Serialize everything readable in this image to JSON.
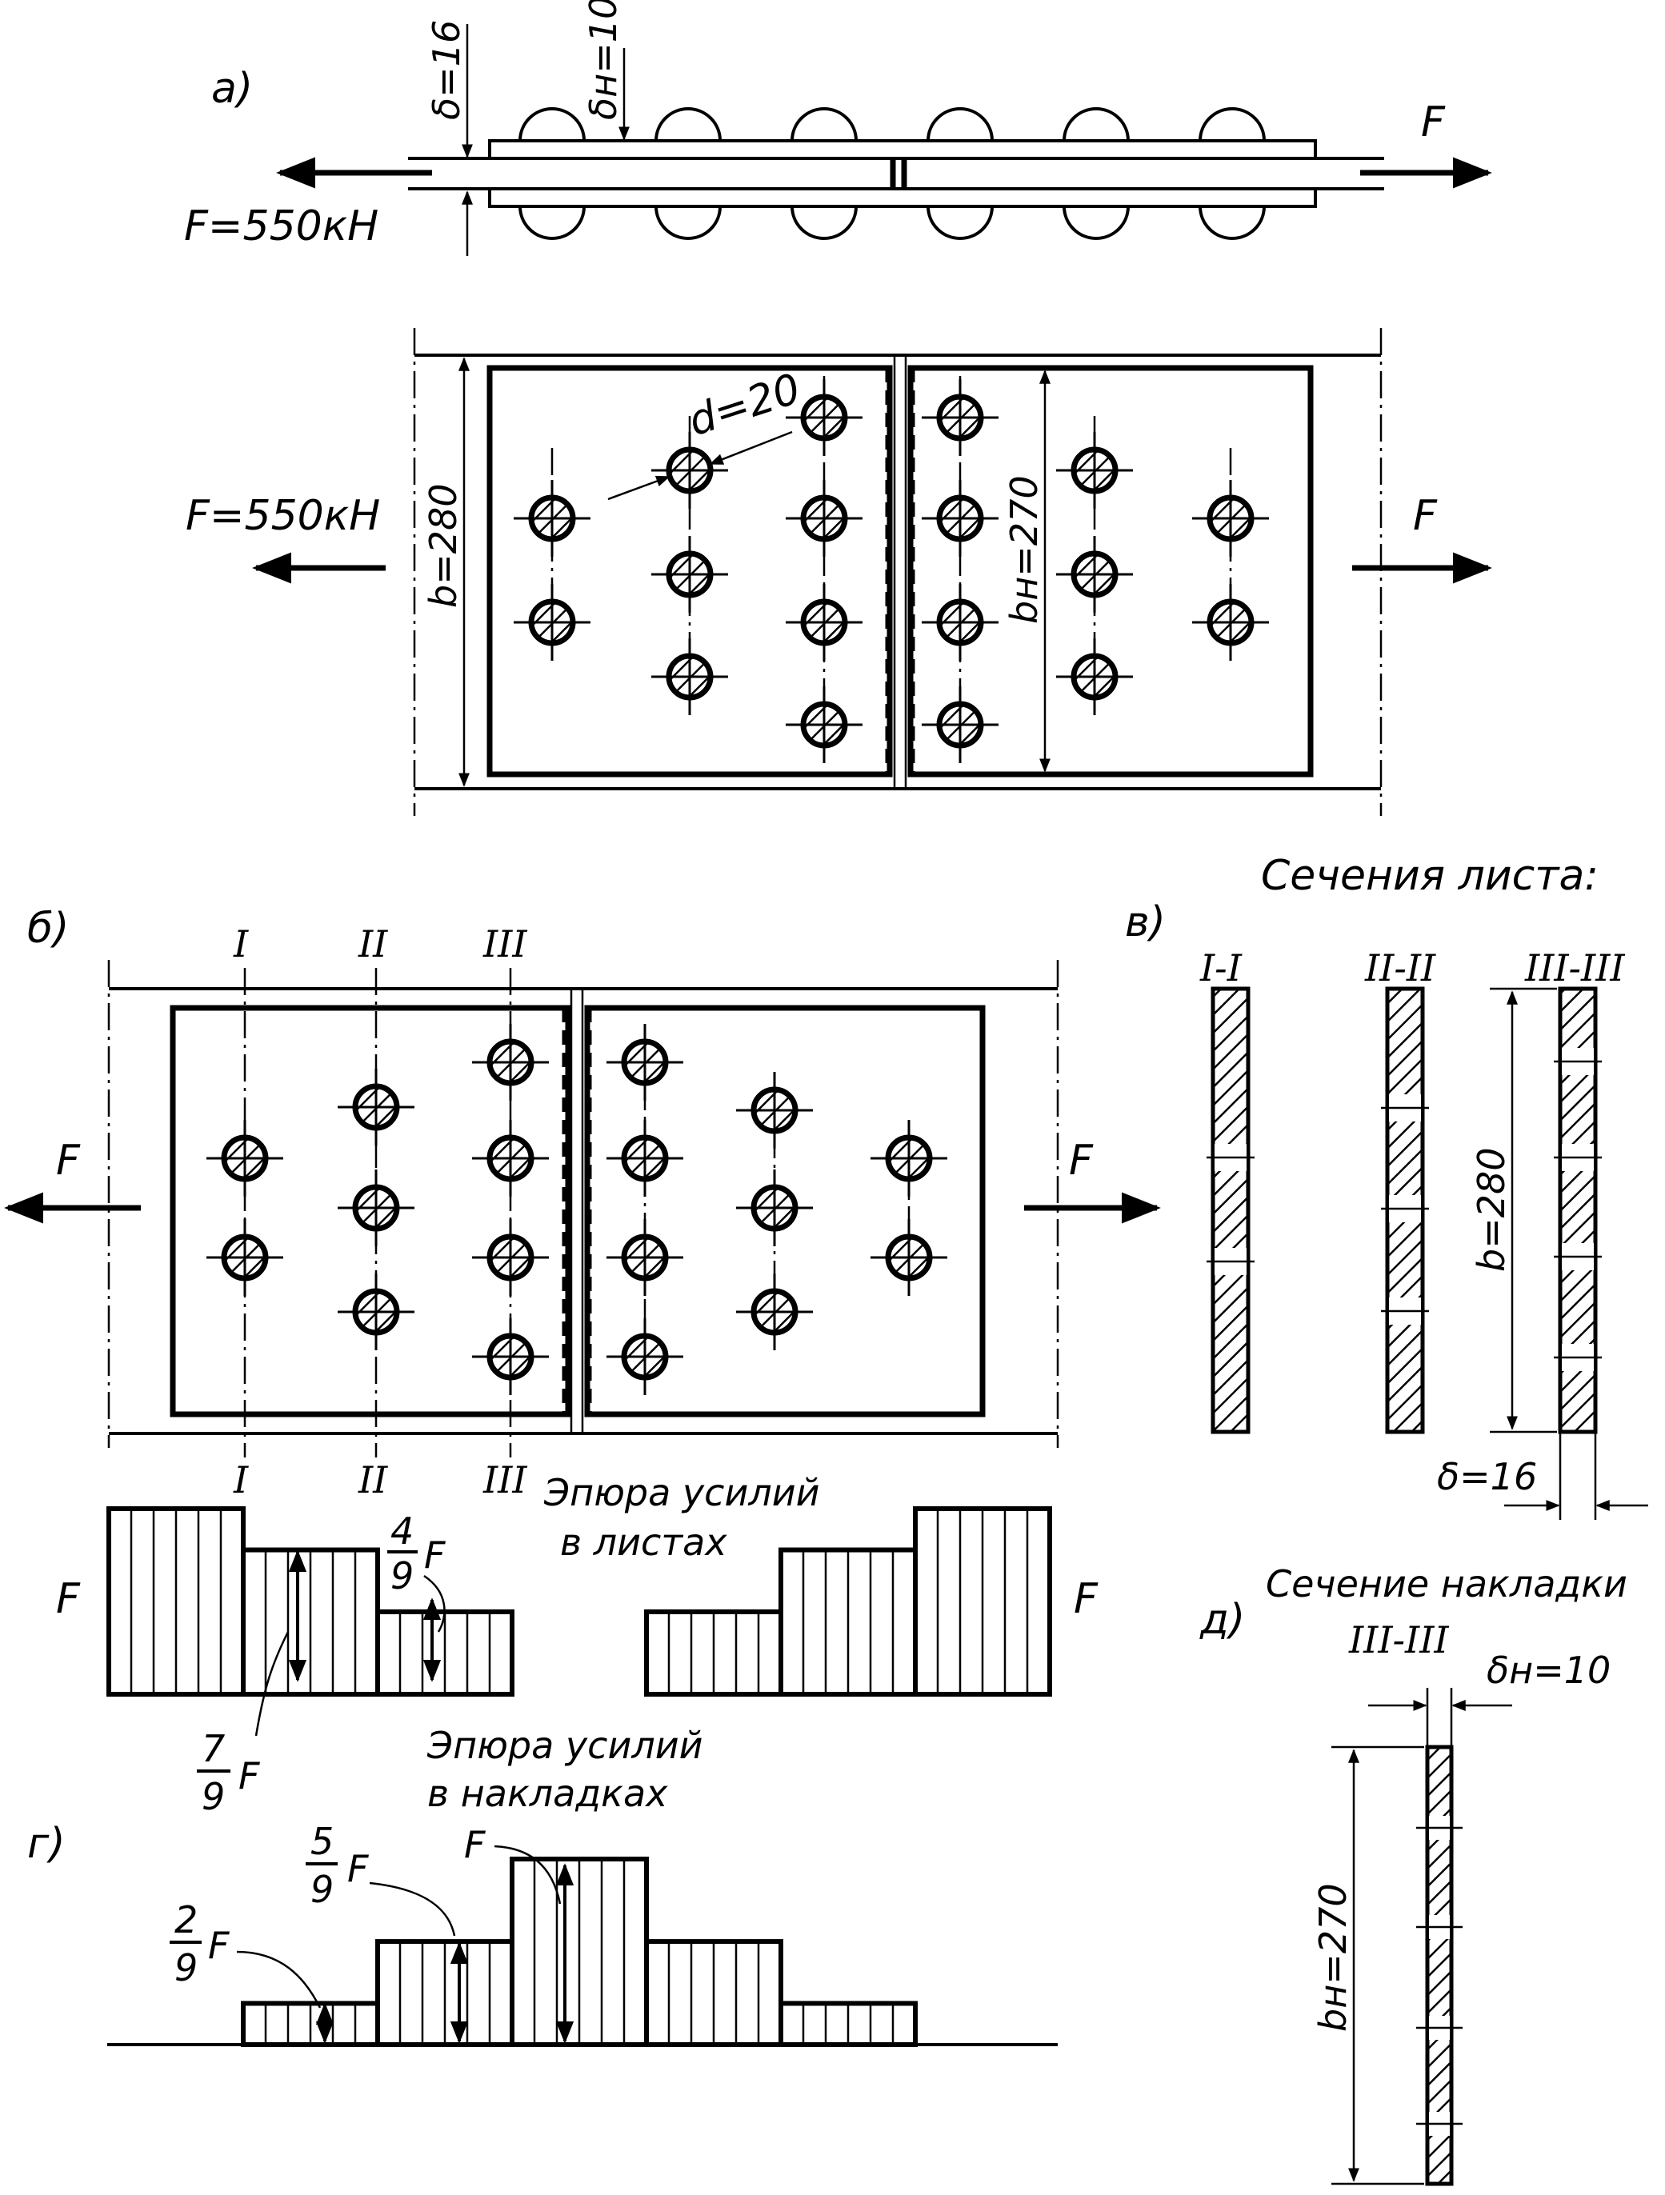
{
  "labels": {
    "part_a": "а)",
    "part_b": "б)",
    "part_v": "в)",
    "part_g": "г)",
    "part_d": "д)",
    "delta": "δ=16",
    "delta_h": "δн=10",
    "force_full": "F=550кН",
    "force": "F",
    "b_width": "b=280",
    "bh_width": "bн=270",
    "hole_d": "d=20",
    "sections_title": "Сечения листа:",
    "sec_1": "I-I",
    "sec_2": "II-II",
    "sec_3": "III-III",
    "sec_b": "b=280",
    "sec_delta": "δ=16",
    "cut_1": "I",
    "cut_2": "II",
    "cut_3": "III",
    "plates_diagram_title_1": "Эпюра усилий",
    "plates_diagram_title_2": "в листах",
    "frac_4": "4",
    "frac_7": "7",
    "frac_9": "9",
    "frac_F": "F",
    "straps_diagram_title_1": "Эпюра усилий",
    "straps_diagram_title_2": "в накладках",
    "frac_2": "2",
    "frac_5": "5",
    "F_dash": "F",
    "strap_section_title": "Сечение накладки",
    "strap_section_name": "III-III",
    "strap_delta": "δн=10",
    "strap_bh": "bн=270"
  },
  "force_diagrams": {
    "plates": {
      "unit": "F",
      "steps_left": [
        1,
        0.7778,
        0.4444
      ],
      "steps_right": [
        0.4444,
        0.7778,
        1
      ]
    },
    "straps": {
      "unit": "F",
      "steps": [
        0.2222,
        0.5556,
        1,
        0.5556,
        0.2222
      ]
    }
  },
  "colors": {
    "ink": "#000000",
    "paper": "#ffffff"
  }
}
